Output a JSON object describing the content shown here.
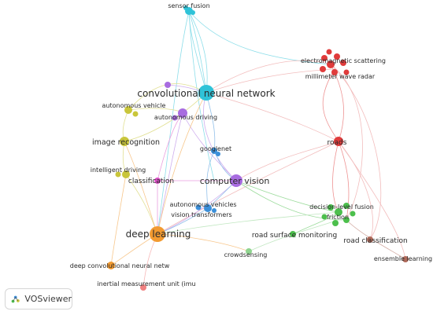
{
  "app": {
    "name": "VOSviewer"
  },
  "clusters": {
    "red": "#e03b3b",
    "green": "#4cbf4c",
    "blue": "#3b8fd9",
    "yellow": "#c9c63a",
    "purple": "#a86ce0",
    "cyan": "#2fc3d8",
    "orange": "#f29a30",
    "pink": "#d94fc4",
    "salmon": "#f08080",
    "brown": "#b06a5a",
    "lightgreen": "#8fd48f"
  },
  "labels": {
    "sensor_fusion": "sensor fusion",
    "electromagnetic_scattering": "electromagnetic scattering",
    "millimeter_wave_radar": "millimeter wave radar",
    "cnn": "convolutional neural network",
    "autonomous_vehicle": "autonomous vehicle",
    "autonomous_driving": "autonomous driving",
    "roads": "roads",
    "image_recognition": "image recognition",
    "googlenet": "googlenet",
    "intelligent_driving": "intelligent driving",
    "classification": "classification",
    "computer_vision": "computer vision",
    "decision_level_fusion": "decision-level fusion",
    "friction": "friction",
    "autonomous_vehicles": "autonomous vehicles",
    "vision_transformers": "vision transformers",
    "deep_learning": "deep learning",
    "road_surface_monitoring": "road surface monitoring",
    "road_classification": "road classification",
    "crowdsensing": "crowdsensing",
    "ensemble_learning": "ensemble learning",
    "deep_conv_nn": "deep convolutional neural netw",
    "imu": "inertial measurement unit (imu"
  }
}
